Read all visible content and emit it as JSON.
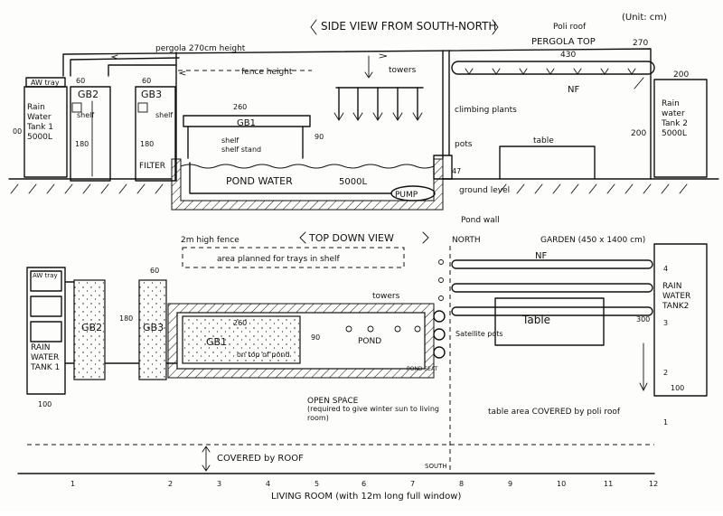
{
  "units": "(Unit: cm)",
  "side": {
    "title": "SIDE VIEW FROM SOUTH-NORTH",
    "poli_roof": "Poli roof",
    "pergola_top": "PERGOLA TOP",
    "pergola_height": "pergola 270cm height",
    "fence_height": "fence height",
    "towers": "towers",
    "nf": "NF",
    "climbing": "climbing plants",
    "pots": "pots",
    "table": "table",
    "tank1": "Rain Water Tank 1 5000L",
    "tank2": "Rain water Tank 2 5000L",
    "gb2": "GB2",
    "gb3": "GB3",
    "gb1": "GB1",
    "shelf": "shelf",
    "shelf_stand": "shelf stand",
    "filter": "FILTER",
    "pond_water": "POND WATER",
    "liters": "5000L",
    "pump": "PUMP",
    "ground": "ground level",
    "pond_wall": "Pond wall",
    "aw_tray": "AW tray",
    "dims": {
      "d270": "270",
      "d430": "430",
      "d200a": "200",
      "d200b": "200",
      "d260": "260",
      "d90": "90",
      "d47": "47",
      "d60a": "60",
      "d60b": "60",
      "d180a": "180",
      "d180b": "180",
      "d00": "00"
    }
  },
  "top": {
    "title": "TOP DOWN VIEW",
    "fence": "2m high fence",
    "area": "area planned for trays in shelf",
    "north": "NORTH",
    "garden": "GARDEN (450 x 1400 cm)",
    "nf": "NF",
    "table": "Table",
    "tank2": "RAIN WATER TANK2",
    "tank1": "RAIN WATER TANK 1",
    "aw_tray": "AW tray",
    "gb2": "GB2",
    "gb3": "GB3",
    "gb1": "GB1",
    "on_top": "on top of pond",
    "pond": "POND",
    "towers": "towers",
    "satellite": "Satellite pots",
    "pond_seat": "POND SEAT",
    "open_space": "OPEN SPACE",
    "open_note": "(required to give winter sun to living room)",
    "table_area": "table area COVERED by poli roof",
    "covered": "COVERED by ROOF",
    "south": "SOUTH",
    "living": "LIVING ROOM (with 12m long full window)",
    "dims": {
      "d60": "60",
      "d180": "180",
      "d260": "260",
      "d90": "90",
      "d300": "300",
      "d100a": "100",
      "d100b": "100"
    },
    "ticks": [
      "1",
      "2",
      "3",
      "4",
      "5",
      "6",
      "7",
      "8",
      "9",
      "10",
      "11",
      "12"
    ],
    "right_ticks": [
      "4",
      "3",
      "2",
      "1"
    ]
  }
}
